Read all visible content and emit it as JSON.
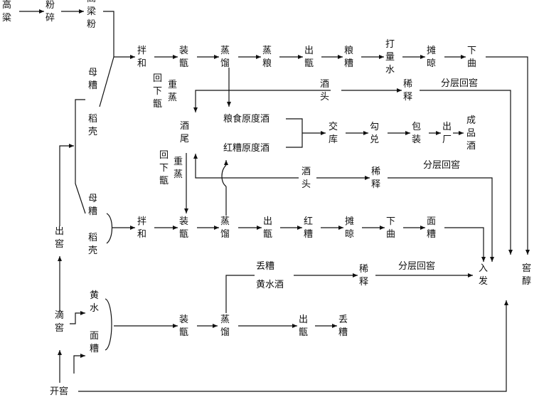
{
  "labels": {
    "gaoliang": "高粱",
    "fensui": "粉碎",
    "gaoliangfen": "高梁粉",
    "mucao1": "母糟",
    "daoke1": "稻壳",
    "mucao2": "母糟",
    "daoke2": "稻壳",
    "banhe1": "拌和",
    "banhe2": "拌和",
    "zhuangzeng1": "装甑",
    "zhuangzeng2": "装甑",
    "zhuangzeng3": "装甑",
    "zhengliu1": "蒸馏",
    "zhengliu2": "蒸馏",
    "zhengliu3": "蒸馏",
    "zhengliang": "蒸粮",
    "chuzeng1": "出甑",
    "chuzeng2": "出甑",
    "chuzeng3": "出甑",
    "liangcao": "粮糟",
    "daliangshui": "打量水",
    "tanliang1": "摊晾",
    "tanliang2": "摊晾",
    "xiaqu1": "下曲",
    "xiaqu2": "下曲",
    "jiutou1": "酒头",
    "jiutou2": "酒头",
    "xishi1": "稀释",
    "xishi2": "稀释",
    "xishi3": "稀释",
    "fencenghuijiao1": "分层回窖",
    "fencenghuijiao2": "分层回窖",
    "fencenghuijiao3": "分层回窖",
    "huixiazeng1": "回下甑",
    "chongzheng1": "重蒸",
    "huixiazeng2": "回下甑",
    "chongzheng2": "重蒸",
    "jiuwei": "酒尾",
    "liangshi_yuanjiu": "粮食原度酒",
    "hongcao_yuanjiu": "红糟原度酒",
    "jiaoku": "交库",
    "goudui": "勾兑",
    "baozhuang": "包装",
    "chuchang": "出厂",
    "chengpinjiu": "成品酒",
    "hongcao": "红糟",
    "miancao1": "面糟",
    "miancao2": "面糟",
    "diucao1": "丢糟",
    "diucao2": "丢糟",
    "huangshuijiu": "黄水酒",
    "huangshui": "黄水",
    "chujiao": "出窖",
    "dijiao": "滴窖",
    "kaijiao": "开窖",
    "rufa": "入发",
    "jiaochun": "窖醇"
  }
}
